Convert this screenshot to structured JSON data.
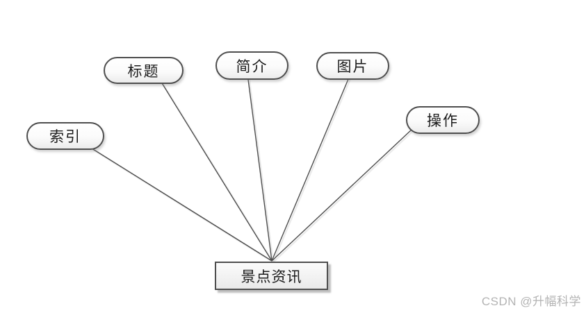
{
  "diagram": {
    "entity": {
      "label": "景点资讯"
    },
    "attributes": [
      {
        "id": "index",
        "label": "索引"
      },
      {
        "id": "title",
        "label": "标题"
      },
      {
        "id": "intro",
        "label": "简介"
      },
      {
        "id": "image",
        "label": "图片"
      },
      {
        "id": "action",
        "label": "操作"
      }
    ],
    "colors": {
      "node_border": "#4d4d4d",
      "connector": "#4d4d4d",
      "node_fill_top": "#ffffff",
      "node_fill_bottom": "#ececec",
      "text": "#1a1a1a"
    }
  },
  "watermark": {
    "text": "CSDN @升幅科学",
    "color": "#b3b3b3"
  }
}
